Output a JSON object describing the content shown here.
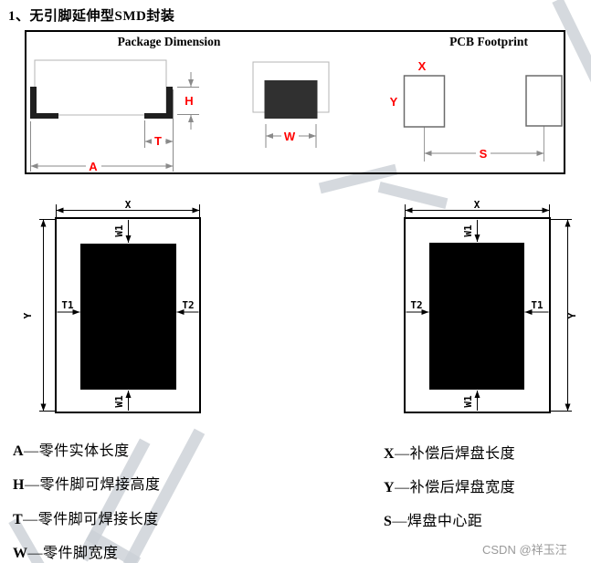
{
  "title": "1、无引脚延伸型SMD封装",
  "panel": {
    "package_header": "Package Dimension",
    "footprint_header": "PCB Footprint"
  },
  "dimension_labels": {
    "A": "A",
    "H": "H",
    "T": "T",
    "W": "W",
    "X": "X",
    "Y": "Y",
    "S": "S"
  },
  "diagram_labels": {
    "X": "X",
    "Y": "Y",
    "W1": "W1",
    "T1": "T1",
    "T2": "T2"
  },
  "legend": {
    "sep": "—",
    "left": [
      {
        "key": "A",
        "desc": "零件实体长度"
      },
      {
        "key": "H",
        "desc": "零件脚可焊接高度"
      },
      {
        "key": "T",
        "desc": "零件脚可焊接长度"
      },
      {
        "key": "W",
        "desc": "零件脚宽度"
      }
    ],
    "right": [
      {
        "key": "X",
        "desc": "补偿后焊盘长度"
      },
      {
        "key": "Y",
        "desc": "补偿后焊盘宽度"
      },
      {
        "key": "S",
        "desc": "焊盘中心距"
      }
    ]
  },
  "credit": "CSDN @祥玉汪",
  "colors": {
    "dimension_label": "#ff0000",
    "dim_line_gray": "#8a8a8a",
    "diagram_line": "#000000",
    "credit_text": "#9a9a9a",
    "watermark": "#cbd0d6"
  }
}
